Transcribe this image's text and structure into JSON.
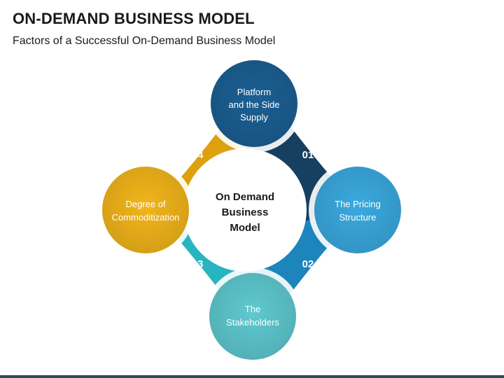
{
  "title": "ON-DEMAND BUSINESS MODEL",
  "subtitle": "Factors of a Successful On-Demand Business Model",
  "center": {
    "lines": [
      "On Demand",
      "Business",
      "Model"
    ]
  },
  "factors": [
    {
      "number": "01",
      "lines": [
        "Platform",
        "and the Side",
        "Supply"
      ],
      "color": "#1b5f93",
      "connector": "#173f60"
    },
    {
      "number": "02",
      "lines": [
        "The Pricing",
        "Structure"
      ],
      "color": "#3aa9df",
      "connector": "#1c85bb"
    },
    {
      "number": "03",
      "lines": [
        "The",
        "Stakeholders"
      ],
      "color": "#5ec9cf",
      "connector": "#27b5bf"
    },
    {
      "number": "04",
      "lines": [
        "Degree of",
        "Commoditization"
      ],
      "color": "#f2b51a",
      "connector": "#dfa00e"
    }
  ],
  "colors": {
    "bottom_bar": "#2f4a5e",
    "text_dark": "#1a1a1a"
  }
}
